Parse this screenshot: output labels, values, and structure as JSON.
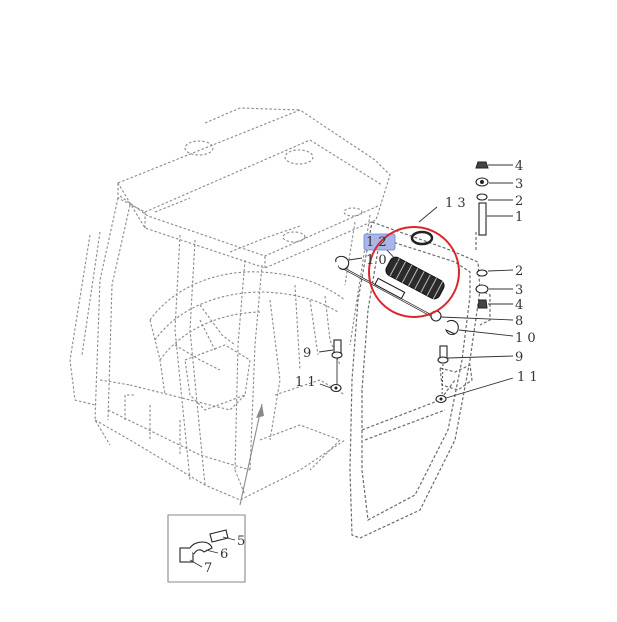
{
  "callouts": [
    {
      "id": "c4-top",
      "text": "4"
    },
    {
      "id": "c3-top",
      "text": "3"
    },
    {
      "id": "c2-top",
      "text": "2"
    },
    {
      "id": "c1",
      "text": "1"
    },
    {
      "id": "c13",
      "text": "1 3"
    },
    {
      "id": "c12",
      "text": "1 2"
    },
    {
      "id": "c10-left",
      "text": "1 0"
    },
    {
      "id": "c2-mid",
      "text": "2"
    },
    {
      "id": "c3-mid",
      "text": "3"
    },
    {
      "id": "c4-mid",
      "text": "4"
    },
    {
      "id": "c8",
      "text": "8"
    },
    {
      "id": "c10-right",
      "text": "1 0"
    },
    {
      "id": "c9-left",
      "text": "9"
    },
    {
      "id": "c9-right",
      "text": "9"
    },
    {
      "id": "c11-left",
      "text": "1 1"
    },
    {
      "id": "c11-right",
      "text": "1 1"
    },
    {
      "id": "c5",
      "text": "5"
    },
    {
      "id": "c6",
      "text": "6"
    },
    {
      "id": "c7",
      "text": "7"
    }
  ],
  "highlight": {
    "label_fill": "#a9b7e8",
    "circle_stroke": "#d9262b"
  }
}
